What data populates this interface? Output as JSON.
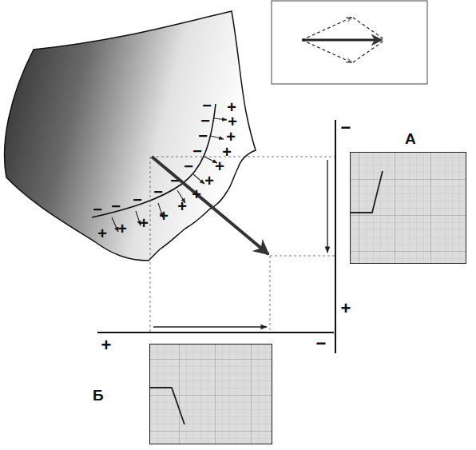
{
  "diagram": {
    "nodes": [
      {
        "text": [
          "А"
        ]
      },
      {
        "text": [
          "Б"
        ]
      }
    ],
    "labels": [
      "−",
      "+",
      "+",
      "−",
      "−",
      "−",
      "−",
      "−",
      "−",
      "−",
      "−",
      "−",
      "−",
      "−",
      "+",
      "+",
      "+",
      "+",
      "+",
      "+",
      "+",
      "+",
      "+",
      "+",
      "+",
      "+"
    ]
  }
}
